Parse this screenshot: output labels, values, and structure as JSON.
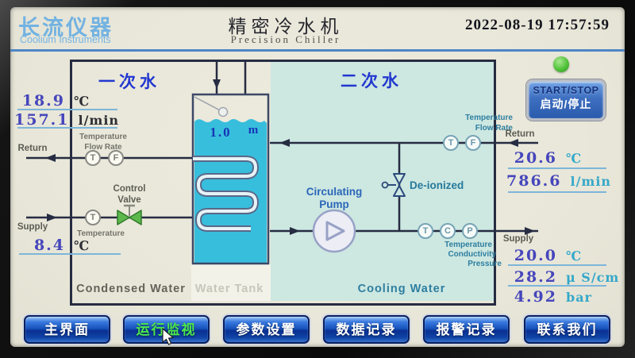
{
  "header": {
    "logo_cn": "长流仪器",
    "logo_en": "Coolium Instruments",
    "title_cn": "精密冷水机",
    "title_en": "Precision Chiller",
    "datetime": "2022-08-19 17:57:59"
  },
  "controls": {
    "start_stop_en": "START/STOP",
    "start_stop_cn": "启动/停止"
  },
  "labels": {
    "primary_water": "一次水",
    "secondary_water": "二次水",
    "left_return": "Return",
    "left_supply": "Supply",
    "left_temp_caption": "Temperature",
    "left_flow_caption": "Flow Rate",
    "left_supply_temp_caption": "Temperature",
    "control_valve_line1": "Control",
    "control_valve_line2": "Valve",
    "tank_level_value": "1.0",
    "tank_level_unit": "m",
    "pump_line1": "Circulating",
    "pump_line2": "Pump",
    "deionized": "De-ionized",
    "right_temp_caption": "Temperature",
    "right_flow_caption": "Flow Rate",
    "right_return": "Return",
    "right_supply": "Supply",
    "right_temp2_caption": "Temperature",
    "right_cond_caption": "Conductivity",
    "right_press_caption": "Pressure",
    "zone_condensed": "Condensed Water",
    "zone_tank": "Water Tank",
    "zone_cooling": "Cooling Water"
  },
  "sensors": {
    "left_return": [
      "T",
      "F"
    ],
    "left_supply": [
      "T"
    ],
    "right_return": [
      "T",
      "F"
    ],
    "right_supply": [
      "T",
      "C",
      "P"
    ]
  },
  "readings": {
    "condensed_return_temp": {
      "value": "18.9",
      "unit": "℃"
    },
    "condensed_return_flow": {
      "value": "157.1",
      "unit": "l/min"
    },
    "condensed_supply_temp": {
      "value": "8.4",
      "unit": "℃"
    },
    "cooling_return_temp": {
      "value": "20.6",
      "unit": "℃"
    },
    "cooling_return_flow": {
      "value": "786.6",
      "unit": "l/min"
    },
    "cooling_supply_temp": {
      "value": "20.0",
      "unit": "℃"
    },
    "cooling_supply_conductivity": {
      "value": "28.2",
      "unit": "μ S/cm"
    },
    "cooling_supply_pressure": {
      "value": "4.92",
      "unit": "bar"
    }
  },
  "nav": {
    "buttons": [
      {
        "label": "主界面",
        "active": false
      },
      {
        "label": "运行监视",
        "active": true
      },
      {
        "label": "参数设置",
        "active": false
      },
      {
        "label": "数据记录",
        "active": false
      },
      {
        "label": "报警记录",
        "active": false
      },
      {
        "label": "联系我们",
        "active": false
      }
    ]
  },
  "colors": {
    "accent_blue": "#1450b8",
    "active_green": "#4ce84c",
    "led_green": "#52c23a",
    "water_cyan": "#38bedd",
    "zone_cooling_bg": "#cde7e1"
  }
}
